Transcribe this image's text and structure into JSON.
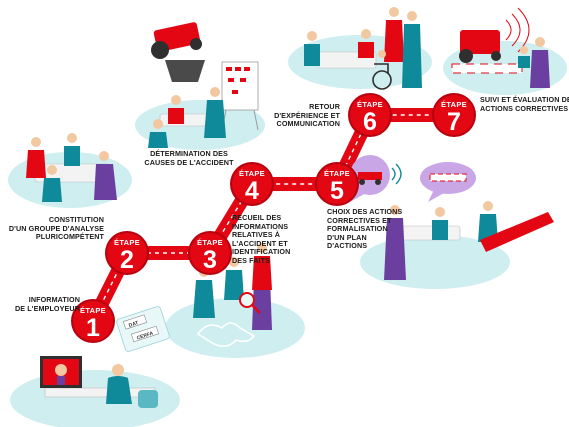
{
  "steps": [
    {
      "word": "ÉTAPE",
      "number": "1",
      "lines": [
        "INFORMATION",
        "DE L'EMPLOYEUR"
      ]
    },
    {
      "word": "ÉTAPE",
      "number": "2",
      "lines": [
        "CONSTITUTION",
        "D'UN GROUPE D'ANALYSE",
        "PLURICOMPÉTENT"
      ]
    },
    {
      "word": "ÉTAPE",
      "number": "3",
      "lines": [
        "RECUEIL DES",
        "INFORMATIONS",
        "RELATIVES À",
        "L'ACCIDENT ET",
        "IDENTIFICATION",
        "DES FAITS"
      ]
    },
    {
      "word": "ÉTAPE",
      "number": "4",
      "lines": [
        "DÉTERMINATION DES",
        "CAUSES DE L'ACCIDENT"
      ]
    },
    {
      "word": "ÉTAPE",
      "number": "5",
      "lines": [
        "CHOIX DES ACTIONS",
        "CORRECTIVES ET",
        "FORMALISATION",
        "D'UN PLAN",
        "D'ACTIONS"
      ]
    },
    {
      "word": "ÉTAPE",
      "number": "6",
      "lines": [
        "RETOUR",
        "D'EXPÉRIENCE ET",
        "COMMUNICATION"
      ]
    },
    {
      "word": "ÉTAPE",
      "number": "7",
      "lines": [
        "SUIVI ET ÉVALUATION DES",
        "ACTIONS CORRECTIVES"
      ]
    }
  ],
  "icons": [
    "computer-monitor-icon",
    "clipboard-icon",
    "magnifier-icon",
    "whiteboard-icon",
    "speech-bubble-icon",
    "wheelchair-icon",
    "tractor-icon",
    "wifi-signal-icon"
  ],
  "signs": [
    "DAT",
    "CERFA"
  ],
  "colors": {
    "accent": "#e30613",
    "accent_dark": "#b8000e",
    "teal": "#0f8a9a",
    "teal_light": "#5ab8c3",
    "purple": "#6b3fa0",
    "ground": "#cfeef0",
    "skin": "#f2c8a0",
    "desk": "#f3f3f3"
  }
}
